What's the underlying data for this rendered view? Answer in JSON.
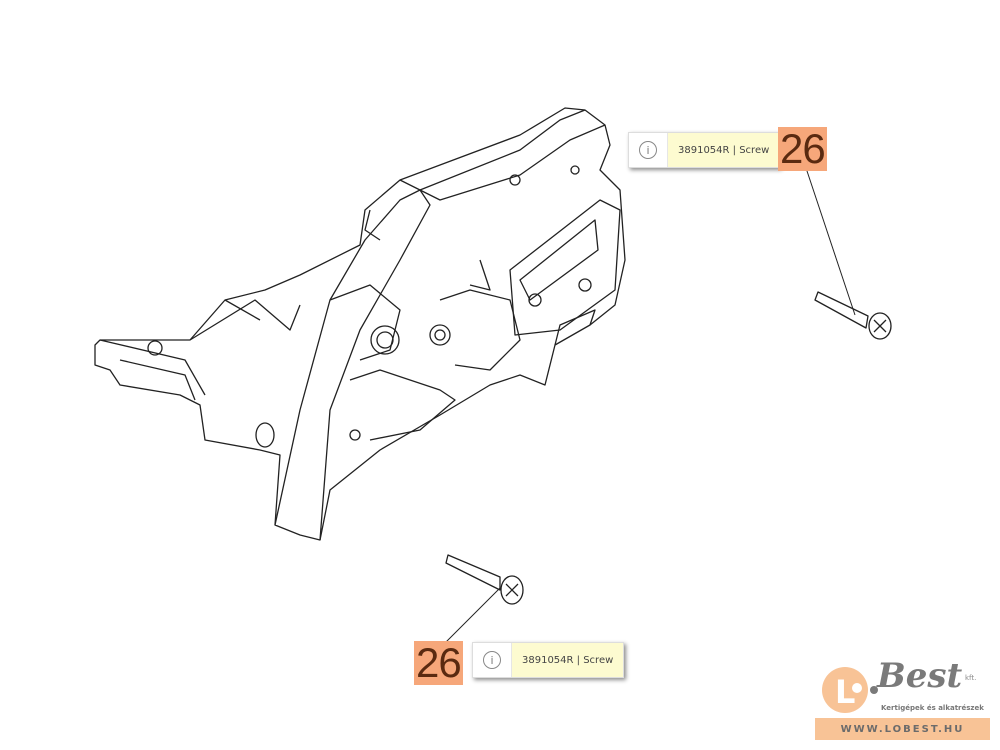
{
  "callouts": [
    {
      "number": "26",
      "tooltip": "3891054R | Screw"
    },
    {
      "number": "26",
      "tooltip": "3891054R | Screw"
    }
  ],
  "info_icon": "i",
  "logo": {
    "brand": "Lo-Best",
    "brand_main": "Best",
    "suffix": "kft.",
    "tagline": "Kertigépek és alkatrészek",
    "url": "WWW.LOBEST.HU"
  },
  "colors": {
    "callout_bg": "#f6a77a",
    "tooltip_bg": "#fdfbd0",
    "logo_orange": "#f8c396"
  }
}
